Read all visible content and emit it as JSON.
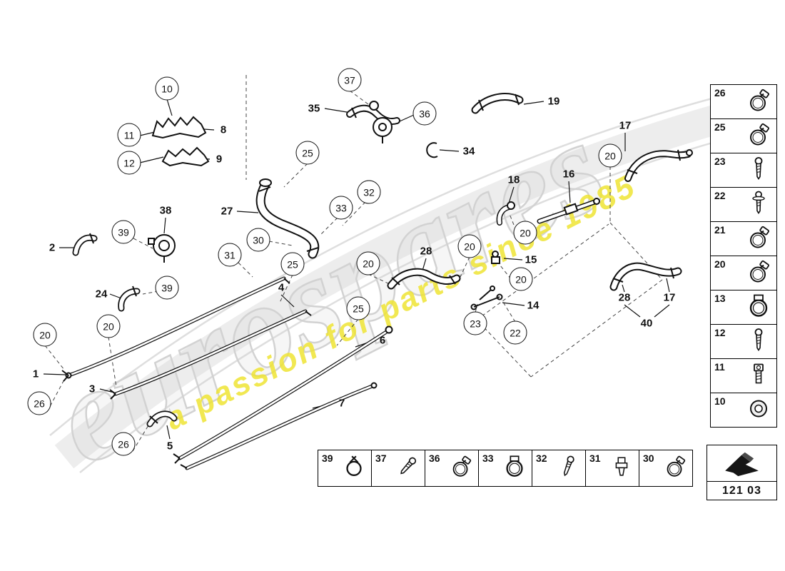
{
  "watermark": {
    "brand": "eurospares",
    "tagline": "a passion for parts since 1985",
    "brand_color": "#d2d2d2",
    "tagline_color": "#eee434"
  },
  "code_box": {
    "code": "121 03",
    "icon": "direction-arrow-icon"
  },
  "callouts": {
    "c10": "10",
    "c11": "11",
    "c12": "12",
    "c37": "37",
    "c36": "36",
    "c25a": "25",
    "c25b": "25",
    "c25c": "25",
    "c32": "32",
    "c33": "33",
    "c30": "30",
    "c31": "31",
    "c39a": "39",
    "c39b": "39",
    "c20a": "20",
    "c20b": "20",
    "c20c": "20",
    "c20d": "20",
    "c20e": "20",
    "c20f": "20",
    "c20g": "20",
    "c23": "23",
    "c22": "22",
    "c26a": "26",
    "c26b": "26"
  },
  "labels": {
    "l1": "1",
    "l2": "2",
    "l3": "3",
    "l4": "4",
    "l5": "5",
    "l6": "6",
    "l7": "7",
    "l8": "8",
    "l9": "9",
    "l14": "14",
    "l15": "15",
    "l16": "16",
    "l17a": "17",
    "l17b": "17",
    "l18": "18",
    "l19": "19",
    "l24": "24",
    "l27": "27",
    "l28a": "28",
    "l28b": "28",
    "l34": "34",
    "l35": "35",
    "l38": "38",
    "l40": "40"
  },
  "sidebar": {
    "items": [
      {
        "label": "26",
        "icon": "hose-clamp-icon"
      },
      {
        "label": "25",
        "icon": "hose-clamp-icon"
      },
      {
        "label": "23",
        "icon": "screw-icon"
      },
      {
        "label": "22",
        "icon": "screw-washer-icon"
      },
      {
        "label": "21",
        "icon": "hose-clamp-icon"
      },
      {
        "label": "20",
        "icon": "hose-clamp-icon"
      },
      {
        "label": "13",
        "icon": "band-clamp-icon"
      },
      {
        "label": "12",
        "icon": "screw-icon"
      },
      {
        "label": "11",
        "icon": "bolt-icon"
      },
      {
        "label": "10",
        "icon": "washer-icon"
      }
    ]
  },
  "bottom_row": {
    "items": [
      {
        "label": "39",
        "icon": "spring-clamp-icon"
      },
      {
        "label": "37",
        "icon": "screw-diagonal-icon"
      },
      {
        "label": "36",
        "icon": "hose-clamp-icon"
      },
      {
        "label": "33",
        "icon": "band-clamp-icon"
      },
      {
        "label": "32",
        "icon": "screw-diagonal-icon"
      },
      {
        "label": "31",
        "icon": "plug-icon"
      },
      {
        "label": "30",
        "icon": "hose-clamp-icon"
      }
    ]
  }
}
